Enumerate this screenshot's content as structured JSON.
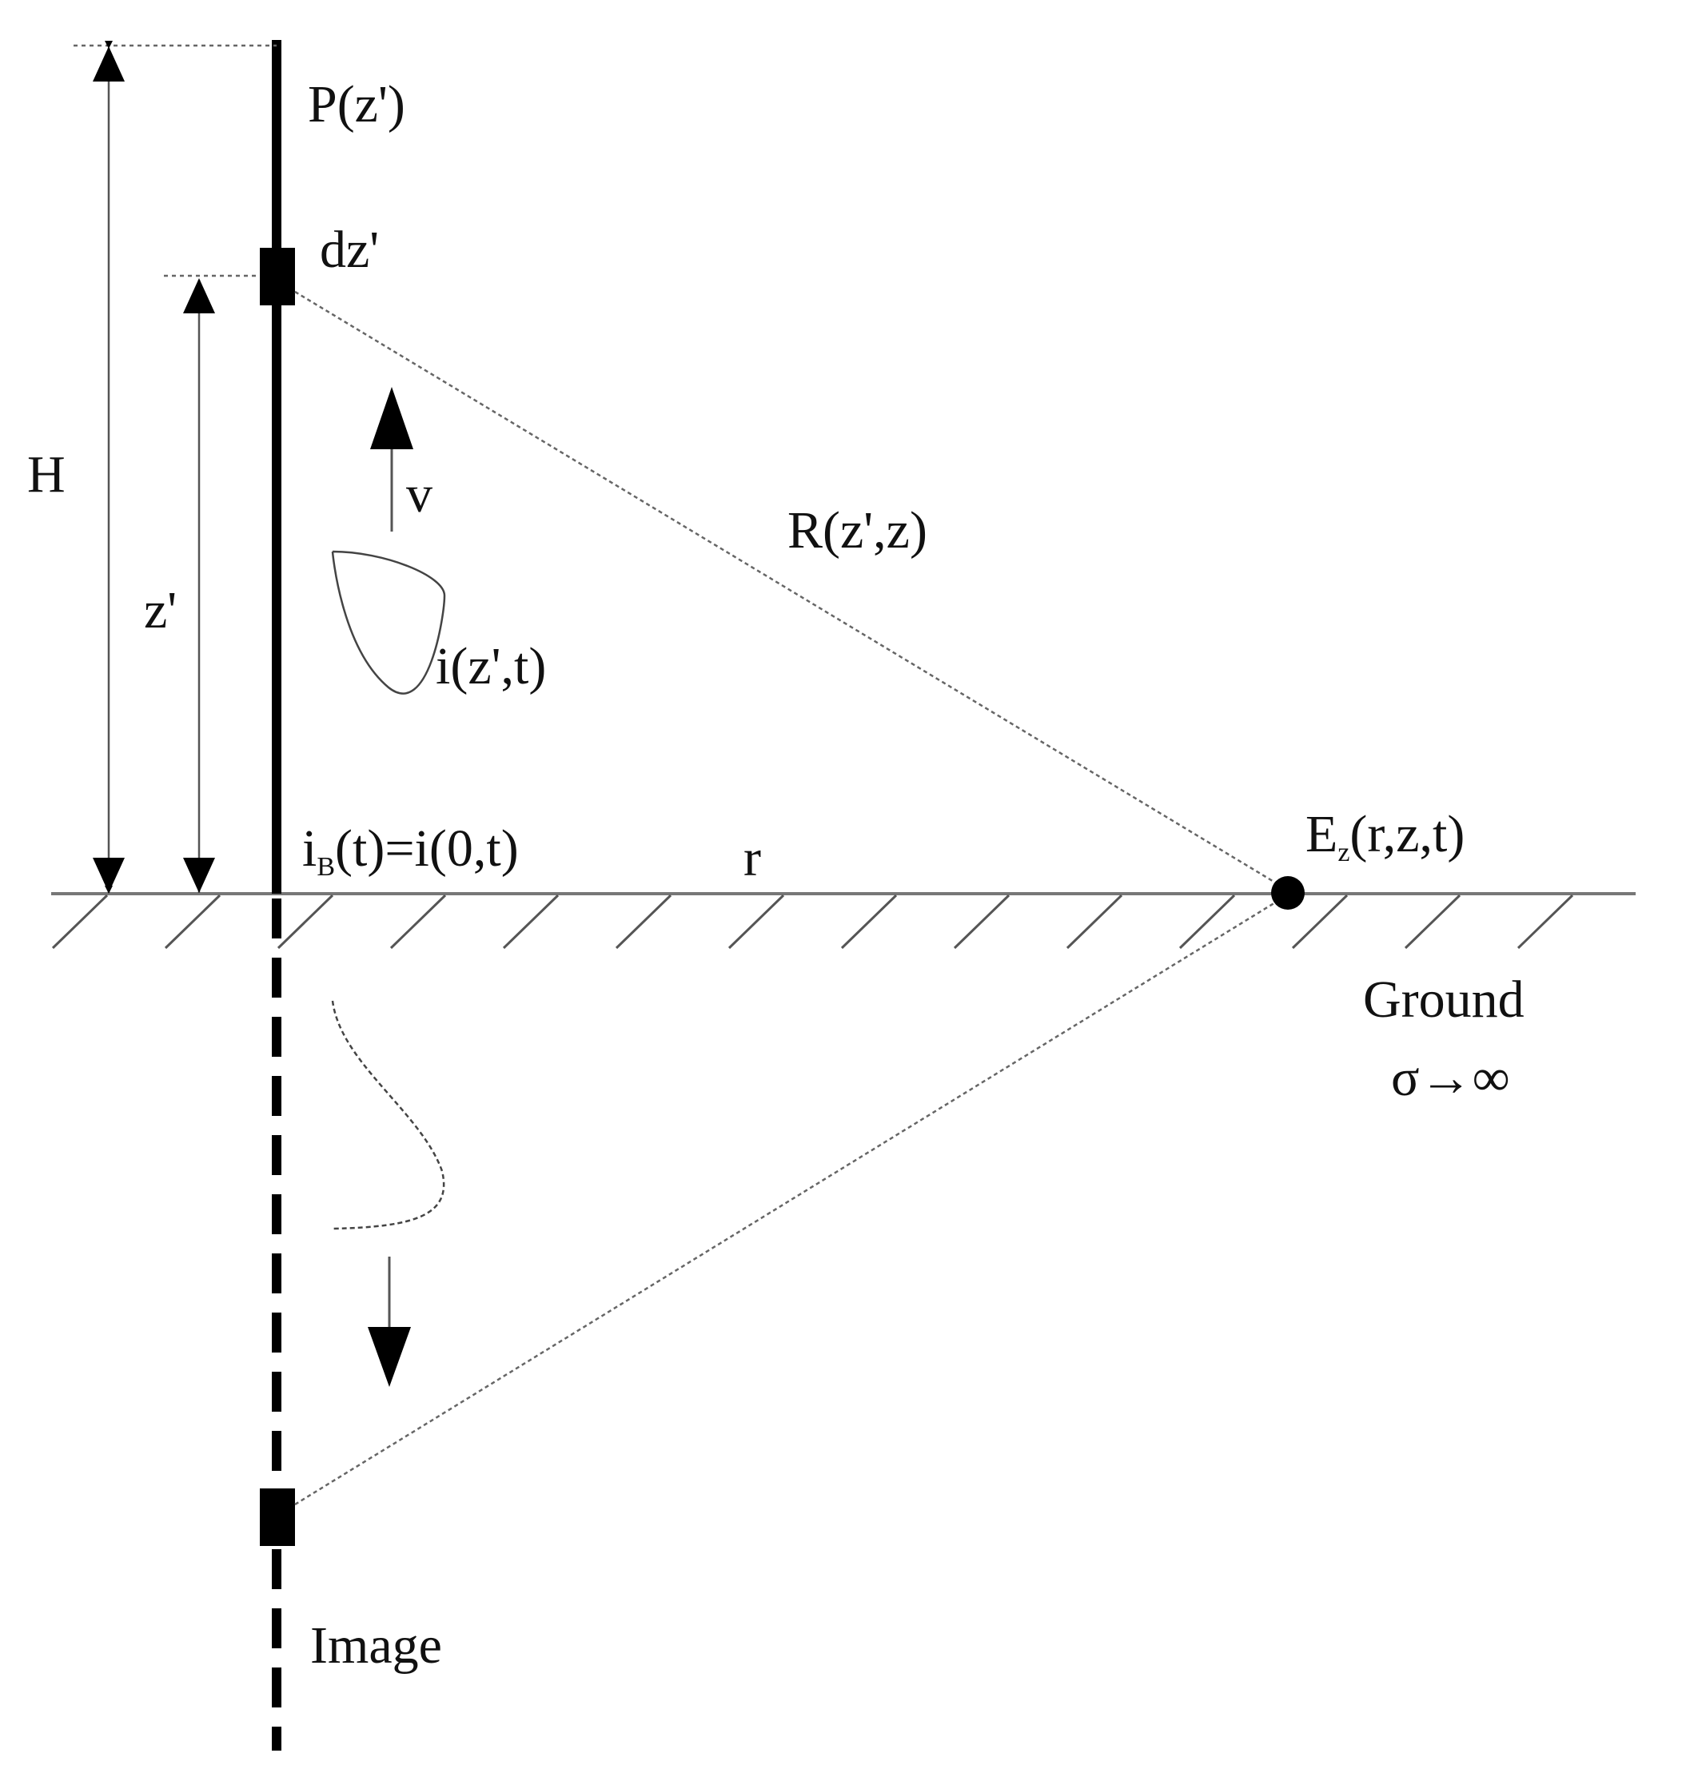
{
  "labels": {
    "channel_top": "P(z')",
    "element": "dz'",
    "height": "H",
    "height_of_element": "z'",
    "velocity": "v",
    "distance_line": "R(z',z)",
    "current": "i(z',t)",
    "base_current_prefix": "i",
    "base_current_subscript": "B",
    "base_current_rest": "(t)=i(0,t)",
    "radial_distance": "r",
    "field_prefix": "E",
    "field_subscript": "z",
    "field_rest": "(r,z,t)",
    "ground": "Ground",
    "conductivity": "σ→∞",
    "image": "Image"
  }
}
